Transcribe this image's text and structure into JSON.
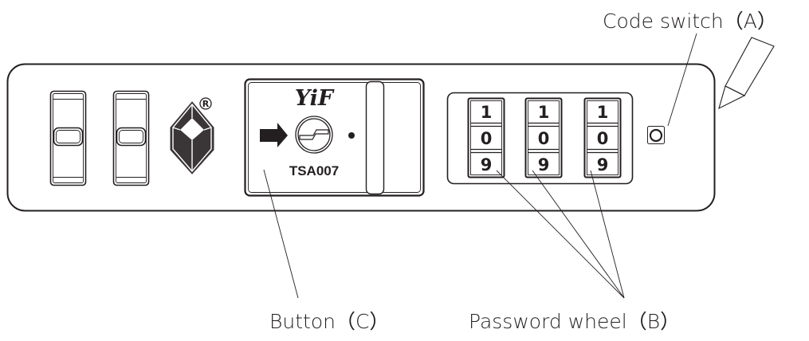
{
  "diagram": {
    "title": "Luggage lock with TSA button and 3-digit password wheel",
    "colors": {
      "stroke": "#231f20",
      "fill_dark": "#3a3536",
      "background": "#ffffff"
    },
    "labels": {
      "code_switch": "Code switch（A）",
      "password_wheel": "Password wheel（B）",
      "button": "Button（C）"
    },
    "brand": {
      "name": "YiF",
      "model": "TSA007",
      "registered_mark": "®"
    },
    "wheels": [
      {
        "digits": [
          "1",
          "0",
          "9"
        ]
      },
      {
        "digits": [
          "1",
          "0",
          "9"
        ]
      },
      {
        "digits": [
          "1",
          "0",
          "9"
        ]
      }
    ],
    "icons": {
      "tsa_logo": "tsa-diamond-logo",
      "key_lock": "key-cylinder",
      "arrow": "arrow-right",
      "tool": "pen-tool"
    }
  }
}
